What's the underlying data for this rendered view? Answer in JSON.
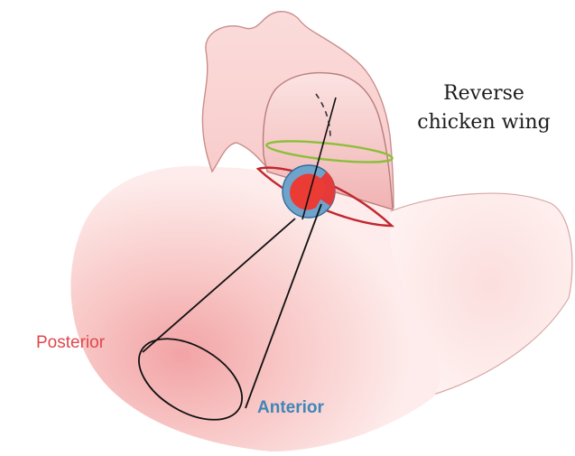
{
  "figure": {
    "title_line1": "Reverse",
    "title_line2": "chicken wing",
    "posterior_label": "Posterior",
    "anterior_label": "Anterior"
  },
  "colors": {
    "skin": "#f7c8c6",
    "skin_outline": "#c98e8c",
    "posterior_color": "#e0474a",
    "anterior_color": "#3f86b8",
    "red_ring": "#c0282f",
    "green_ring": "#8bbf3a",
    "cone_lines": "#111111"
  }
}
